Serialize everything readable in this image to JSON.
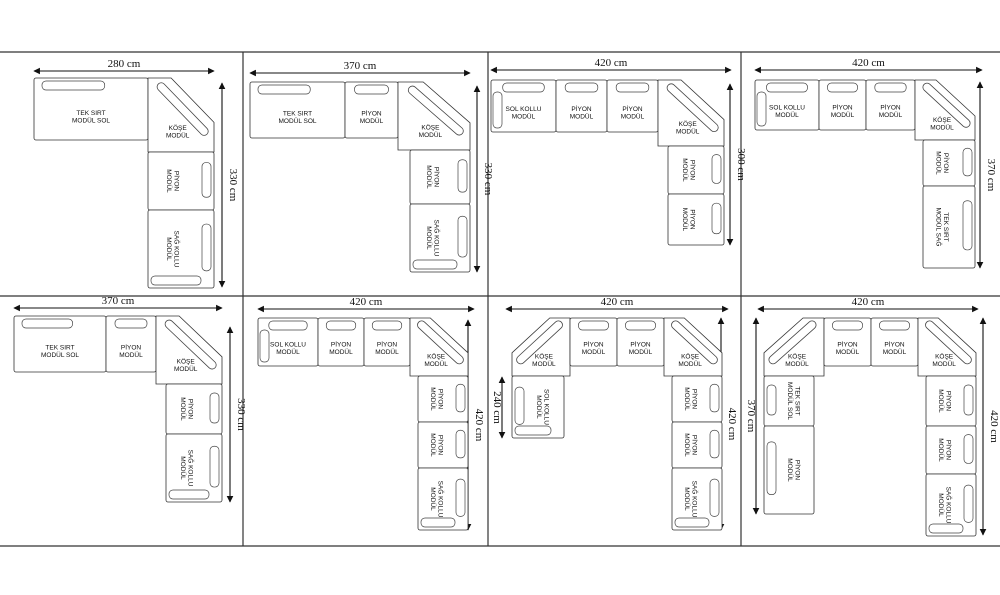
{
  "colors": {
    "line": "#333333",
    "text": "#111111",
    "background": "#ffffff"
  },
  "panels": [
    {
      "width_label": "280 cm",
      "height_label": "330 cm",
      "modules": [
        "TEK SIRT|MODÜL SOL",
        "KÖŞE|MODÜL",
        "PİYON|MODÜL",
        "SAĞ KOLLU|MODÜL"
      ]
    },
    {
      "width_label": "370 cm",
      "height_label": "330 cm",
      "modules": [
        "TEK SIRT|MODÜL SOL",
        "PİYON|MODÜL",
        "KÖŞE|MODÜL",
        "PİYON|MODÜL",
        "SAĞ KOLLU|MODÜL"
      ]
    },
    {
      "width_label": "420 cm",
      "height_label": "300 cm",
      "modules": [
        "SOL KOLLU|MODÜL",
        "PİYON|MODÜL",
        "PİYON|MODÜL",
        "KÖŞE|MODÜL",
        "PİYON|MODÜL",
        "PİYON|MODÜL"
      ]
    },
    {
      "width_label": "420 cm",
      "height_label": "370 cm",
      "modules": [
        "SOL KOLLU|MODÜL",
        "PİYON|MODÜL",
        "PİYON|MODÜL",
        "KÖŞE|MODÜL",
        "PİYON|MODÜL",
        "TEK SIRT|MODÜL SAĞ"
      ]
    },
    {
      "width_label": "370 cm",
      "height_label": "330 cm",
      "modules": [
        "TEK SIRT|MODÜL SOL",
        "PİYON|MODÜL",
        "KÖŞE|MODÜL",
        "PİYON|MODÜL",
        "SAĞ KOLLU|MODÜL"
      ]
    },
    {
      "width_label": "420 cm",
      "height_label": "420 cm",
      "modules": [
        "SOL KOLLU|MODÜL",
        "PİYON|MODÜL",
        "PİYON|MODÜL",
        "KÖŞE|MODÜL",
        "PİYON|MODÜL",
        "PİYON|MODÜL",
        "SAĞ KOLLU|MODÜL"
      ]
    },
    {
      "width_label": "420 cm",
      "height_label": "420 cm",
      "left_label": "240 cm",
      "modules": [
        "KÖŞE|MODÜL",
        "SOL KOLLU|MODÜL",
        "PİYON|MODÜL",
        "PİYON|MODÜL",
        "KÖŞE|MODÜL",
        "PİYON|MODÜL",
        "PİYON|MODÜL",
        "SAĞ KOLLU|MODÜL"
      ]
    },
    {
      "width_label": "420 cm",
      "height_label": "420 cm",
      "left_label": "370 cm",
      "modules": [
        "KÖŞE|MODÜL",
        "PİYON|MODÜL",
        "TEK SIRT|MODÜL SOL",
        "PİYON|MODÜL",
        "PİYON|MODÜL",
        "KÖŞE|MODÜL",
        "PİYON|MODÜL",
        "PİYON|MODÜL",
        "SAĞ KOLLU|MODÜL"
      ]
    }
  ]
}
